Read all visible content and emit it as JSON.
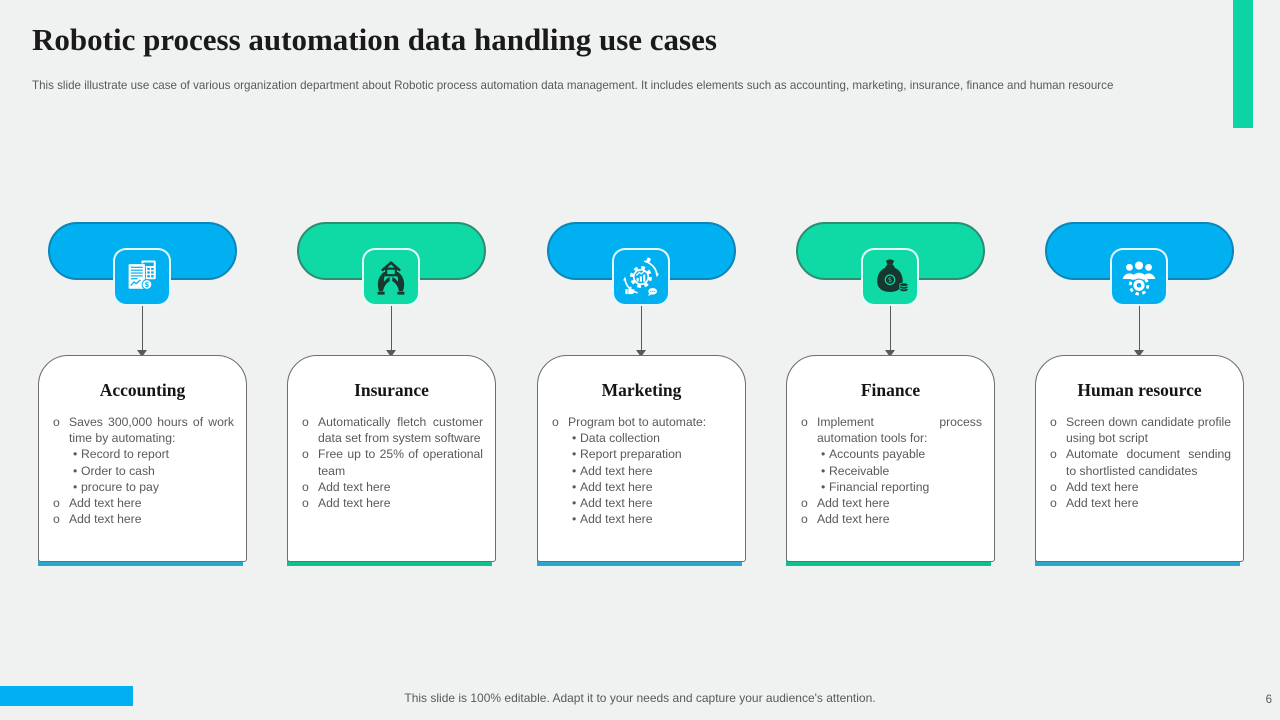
{
  "header": {
    "title": "Robotic process automation data handling use cases",
    "subtitle": "This slide illustrate use case of various organization department about Robotic process automation data management. It includes elements such as accounting, marketing, insurance, finance and human resource"
  },
  "markers": {
    "level1": "o",
    "level2": "•"
  },
  "colors": {
    "background": "#F0F2F2",
    "blue": "#00B0F0",
    "blue_border": "#0C85B8",
    "blue_bar": "#2BA7CF",
    "green": "#0FD9A5",
    "green_border": "#2E8C70",
    "green_bar": "#0EC193",
    "topbar": "#0CD4A4",
    "icon_dark": "#16382F",
    "text_gray": "#595959",
    "footer_block": "#00B0F0"
  },
  "columns": [
    {
      "title": "Accounting",
      "accent": "blue",
      "icon": "accounting-report-icon",
      "items": [
        {
          "level": 1,
          "text": "Saves 300,000 hours of work time by automating:"
        },
        {
          "level": 2,
          "text": "Record to report"
        },
        {
          "level": 2,
          "text": "Order to cash"
        },
        {
          "level": 2,
          "text": "procure to pay"
        },
        {
          "level": 1,
          "text": "Add text here"
        },
        {
          "level": 1,
          "text": "Add text here"
        }
      ]
    },
    {
      "title": "Insurance",
      "accent": "green",
      "icon": "hands-house-icon",
      "items": [
        {
          "level": 1,
          "text": "Automatically fletch customer data set from system software"
        },
        {
          "level": 1,
          "text": "Free up to 25% of operational team"
        },
        {
          "level": 1,
          "text": "Add text here"
        },
        {
          "level": 1,
          "text": "Add text here"
        }
      ]
    },
    {
      "title": "Marketing",
      "accent": "blue",
      "icon": "marketing-automation-gear-icon",
      "items": [
        {
          "level": 1,
          "text": "Program bot to automate:"
        },
        {
          "level": 2,
          "text": "Data collection"
        },
        {
          "level": 2,
          "text": "Report preparation"
        },
        {
          "level": 2,
          "text": "Add text here"
        },
        {
          "level": 2,
          "text": "Add text here"
        },
        {
          "level": 2,
          "text": "Add text here"
        },
        {
          "level": 2,
          "text": "Add text here"
        }
      ]
    },
    {
      "title": "Finance",
      "accent": "green",
      "icon": "money-bag-icon",
      "items": [
        {
          "level": 1,
          "text": "Implement process automation tools for:"
        },
        {
          "level": 2,
          "text": "Accounts payable"
        },
        {
          "level": 2,
          "text": "Receivable"
        },
        {
          "level": 2,
          "text": "Financial reporting"
        },
        {
          "level": 1,
          "text": "Add text here"
        },
        {
          "level": 1,
          "text": "Add text here"
        }
      ]
    },
    {
      "title": "Human resource",
      "accent": "blue",
      "icon": "team-gear-icon",
      "items": [
        {
          "level": 1,
          "text": "Screen down candidate profile using bot script"
        },
        {
          "level": 1,
          "text": "Automate document sending to shortlisted candidates"
        },
        {
          "level": 1,
          "text": "Add text here"
        },
        {
          "level": 1,
          "text": "Add text here"
        }
      ]
    }
  ],
  "footer": {
    "note": "This slide is 100% editable. Adapt it to your needs and capture your audience's attention.",
    "page_number": "6"
  }
}
